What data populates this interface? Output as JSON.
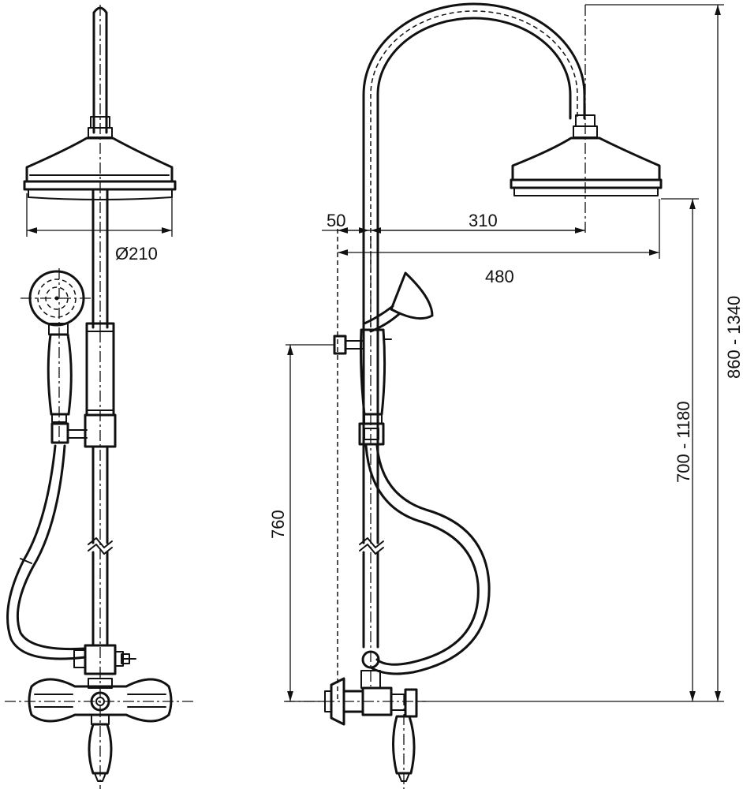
{
  "dimensions": {
    "head_diameter": "Ø210",
    "wall_offset": "50",
    "arm_reach": "310",
    "total_reach": "480",
    "outlet_height": "760",
    "head_height_range": "700 - 1180",
    "total_height_range": "860 - 1340"
  }
}
